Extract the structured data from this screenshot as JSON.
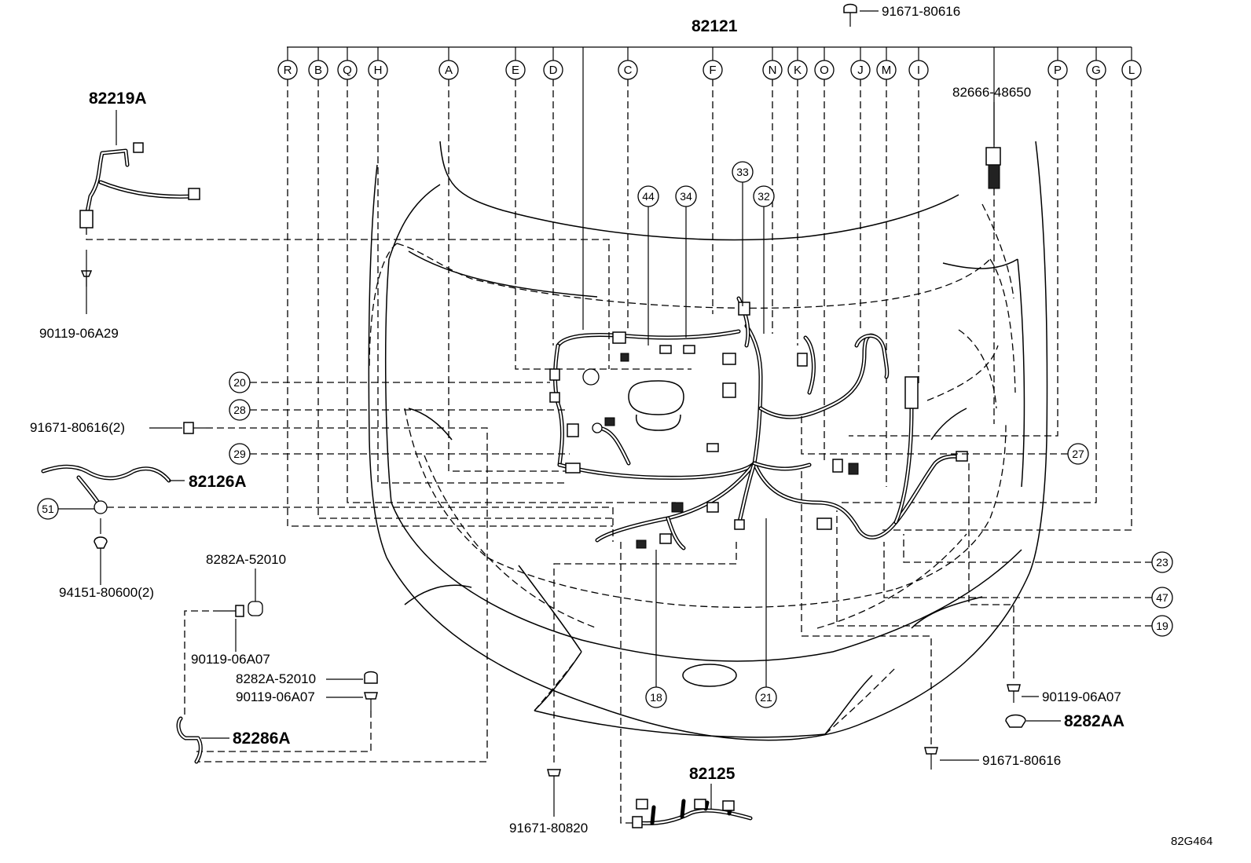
{
  "top_part": "82121",
  "letters": [
    "R",
    "B",
    "Q",
    "H",
    "A",
    "E",
    "D",
    "C",
    "F",
    "N",
    "K",
    "O",
    "J",
    "M",
    "I",
    "P",
    "G",
    "L"
  ],
  "parts": {
    "p82219A": "82219A",
    "p90119_06A29": "90119-06A29",
    "p91671_80616_top": "91671-80616",
    "p82666_48650": "82666-48650",
    "p91671_80616_2": "91671-80616(2)",
    "p82126A": "82126A",
    "p94151_80600_2": "94151-80600(2)",
    "p8282A_52010_a": "8282A-52010",
    "p90119_06A07_a": "90119-06A07",
    "p8282A_52010_b": "8282A-52010",
    "p90119_06A07_b": "90119-06A07",
    "p82286A": "82286A",
    "p91671_80820": "91671-80820",
    "p82125": "82125",
    "p90119_06A07_c": "90119-06A07",
    "p8282AA": "8282AA",
    "p91671_80616_bottom": "91671-80616"
  },
  "callouts": {
    "c44": "44",
    "c34": "34",
    "c33": "33",
    "c32": "32",
    "c20": "20",
    "c28": "28",
    "c29": "29",
    "c51": "51",
    "c27": "27",
    "c23": "23",
    "c47": "47",
    "c19": "19",
    "c18": "18",
    "c21": "21"
  },
  "diagram_code": "82G464"
}
